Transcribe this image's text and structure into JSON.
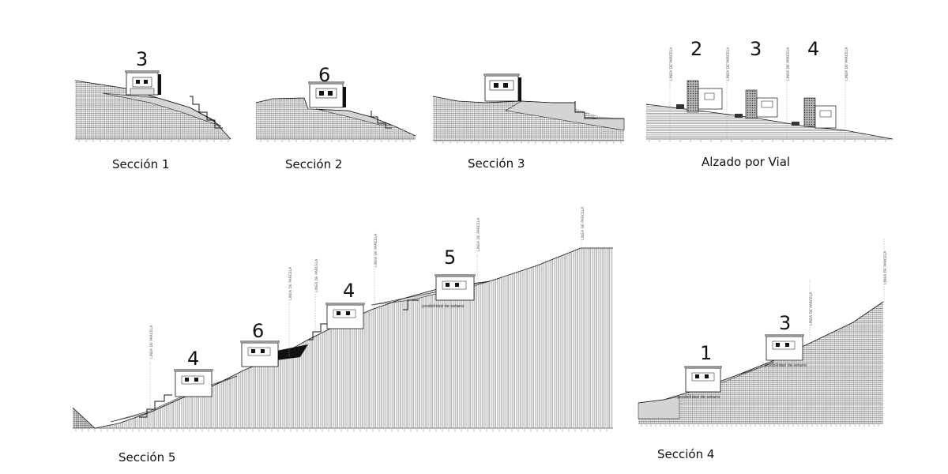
{
  "captions": {
    "s1": "Sección 1",
    "s2": "Sección 2",
    "s3": "Sección 3",
    "alzado": "Alzado por Vial",
    "s5": "Sección 5",
    "s4": "Sección 4"
  },
  "house_numbers": {
    "s1": "3",
    "s2": "6",
    "alzado": [
      "2",
      "3",
      "4"
    ],
    "s5": [
      "4",
      "6",
      "4",
      "5"
    ],
    "s4": [
      "1",
      "3"
    ]
  },
  "labels": {
    "parcel_line": "LINEA DE PARCELA",
    "basement": "posibilidad de sotano"
  },
  "colors": {
    "terrain_fill": "#d4d4d4",
    "hatch": "#222222",
    "line": "#111111",
    "building": "#ffffff"
  }
}
